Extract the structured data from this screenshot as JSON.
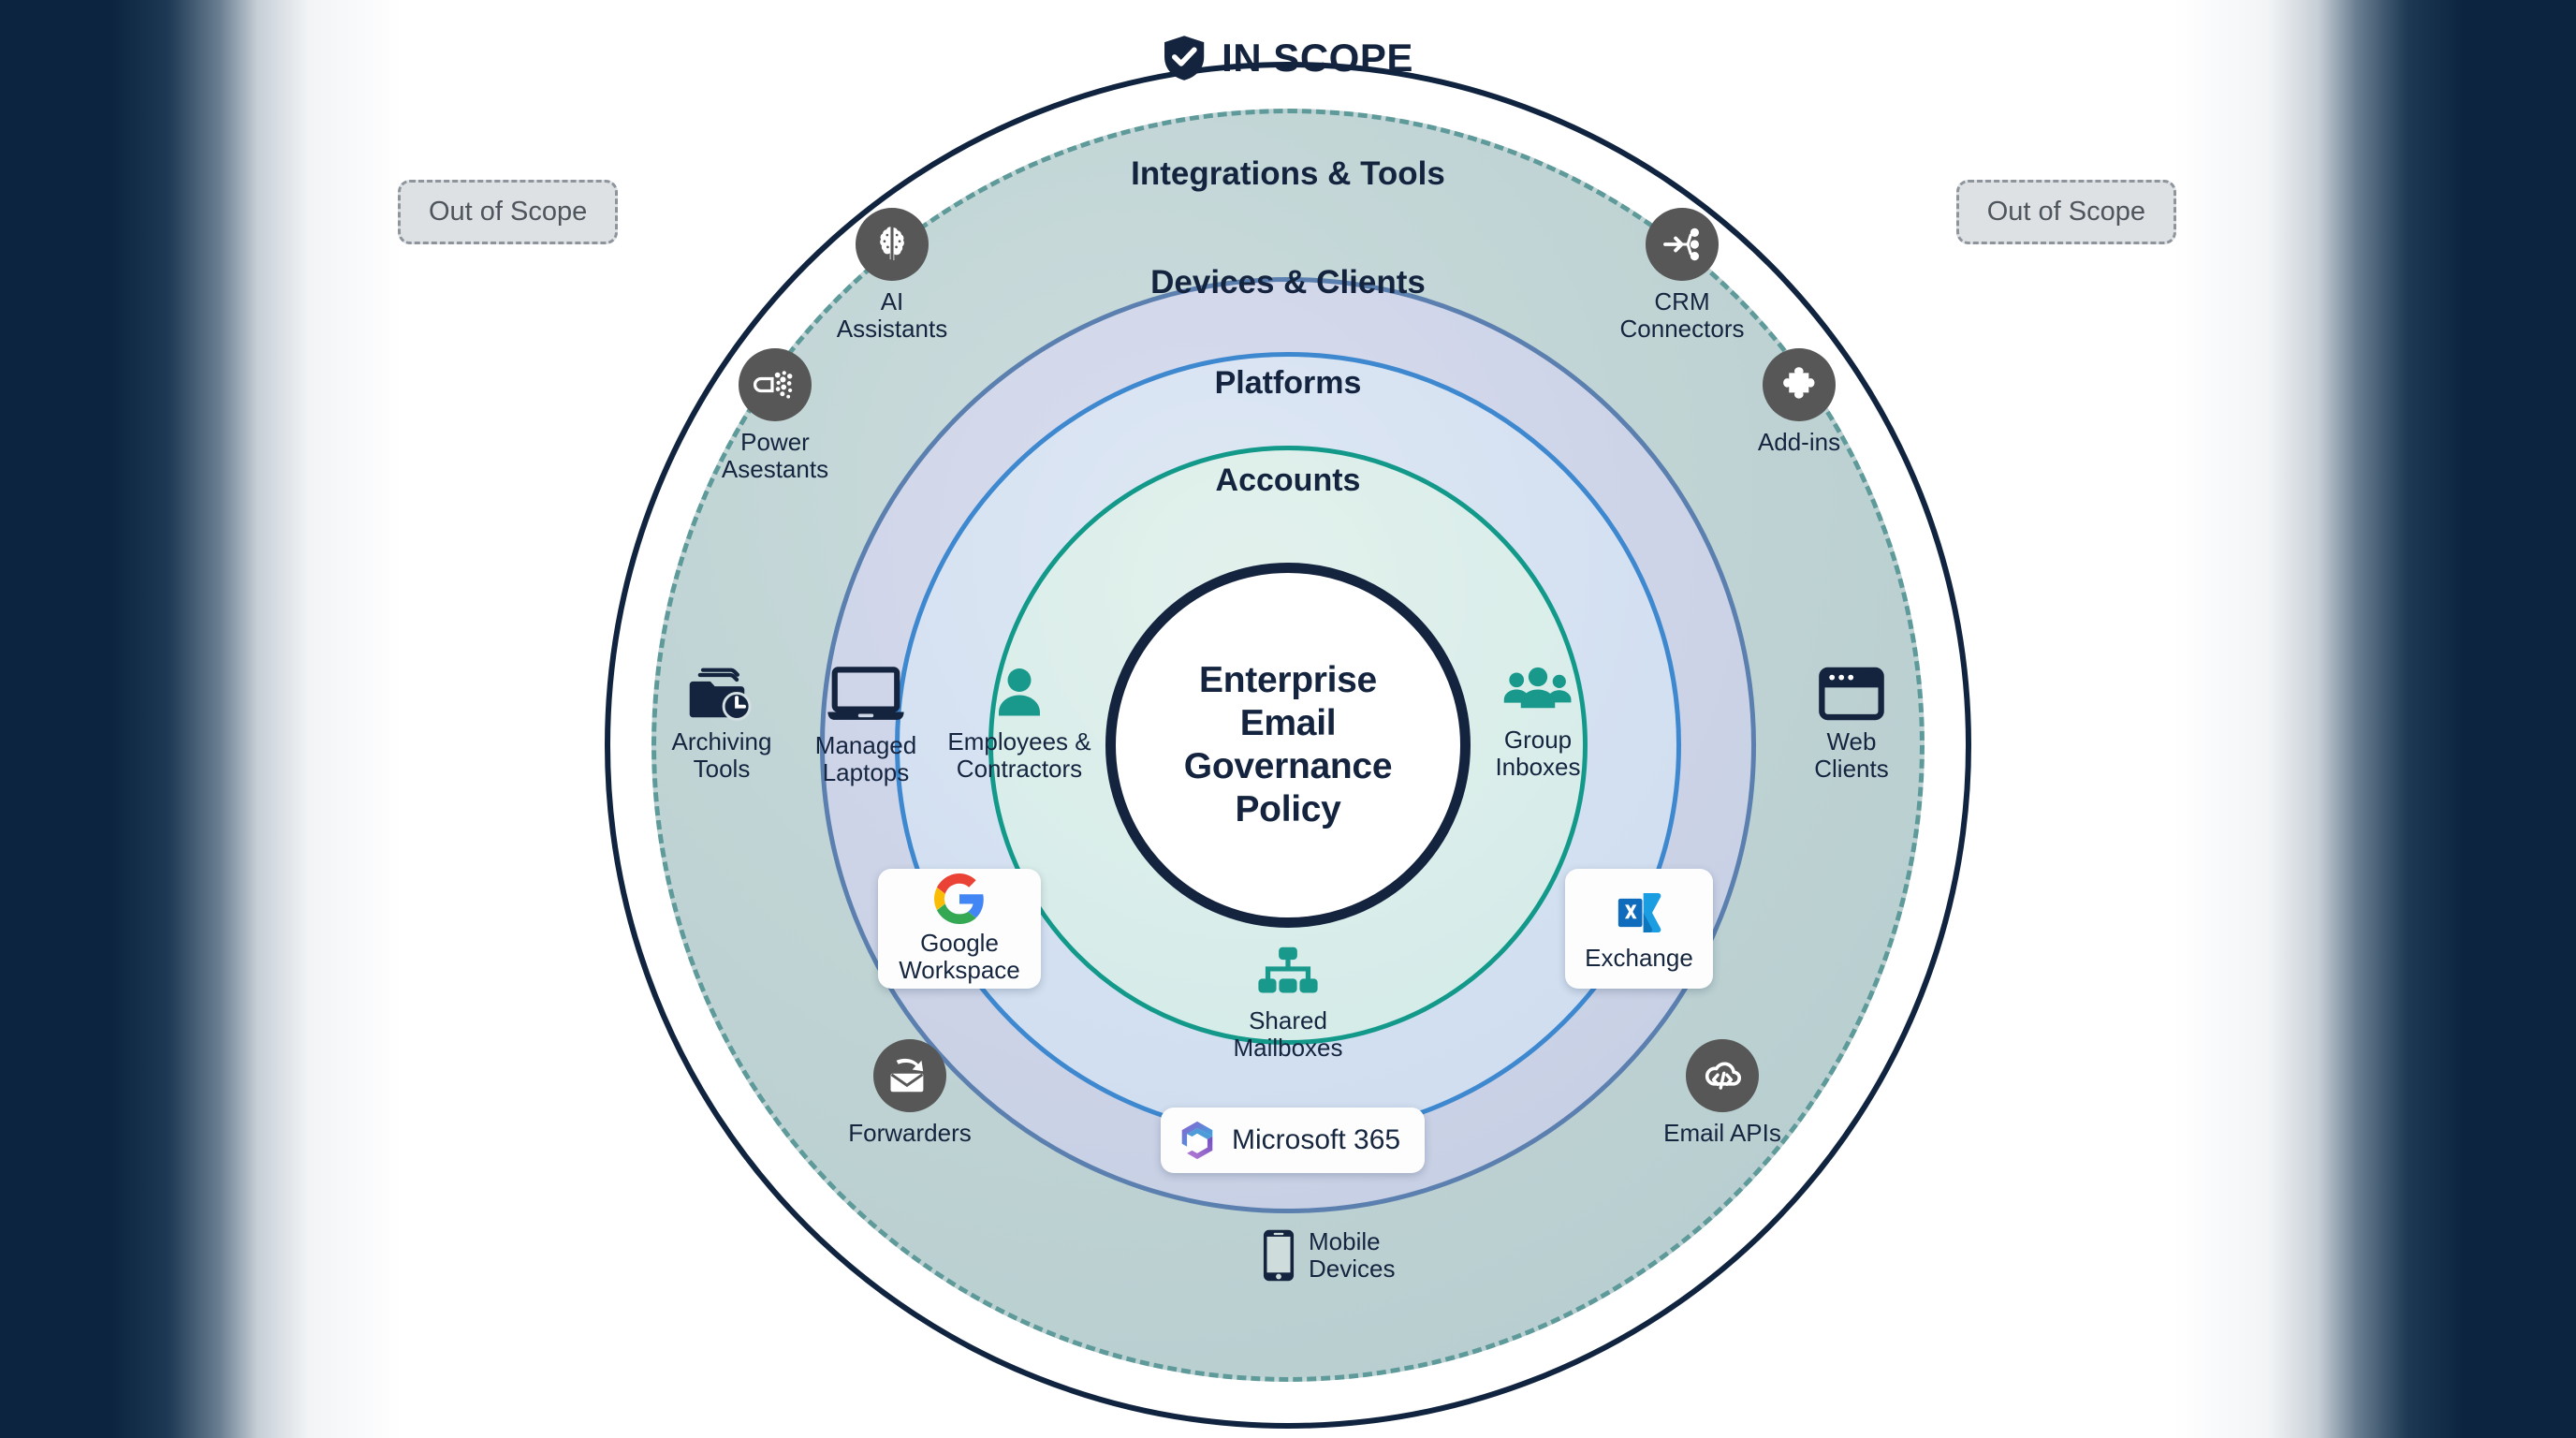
{
  "header": {
    "title": "IN SCOPE",
    "icon": "shield-check-icon"
  },
  "out_of_scope": {
    "left_label": "Out of Scope",
    "right_label": "Out of Scope"
  },
  "core": {
    "label": "Enterprise Email Governance Policy"
  },
  "rings": [
    {
      "id": "integrations",
      "title": "Integrations & Tools",
      "border_color": "#5e9a99",
      "border_style": "dashed",
      "fill": "#bed2d3"
    },
    {
      "id": "devices",
      "title": "Devices & Clients",
      "border_color": "#5b7fae",
      "border_style": "solid",
      "fill": "#ccd3e7"
    },
    {
      "id": "platforms",
      "title": "Platforms",
      "border_color": "#3e88cf",
      "border_style": "solid",
      "fill": "#d3e0f1"
    },
    {
      "id": "accounts",
      "title": "Accounts",
      "border_color": "#12998a",
      "border_style": "solid",
      "fill": "#d9edea"
    }
  ],
  "nodes": {
    "ai_assistants": {
      "label": "AI\nAssistants",
      "icon": "brain-icon",
      "ring": "integrations"
    },
    "power_asestants": {
      "label": "Power\nAsestants",
      "icon": "automation-plug-icon",
      "ring": "integrations"
    },
    "crm_connectors": {
      "label": "CRM\nConnectors",
      "icon": "share-nodes-icon",
      "ring": "integrations"
    },
    "add_ins": {
      "label": "Add-ins",
      "icon": "puzzle-piece-icon",
      "ring": "integrations"
    },
    "archiving_tools": {
      "label": "Archiving\nTools",
      "icon": "folder-clock-icon",
      "ring": "integrations"
    },
    "web_clients": {
      "label": "Web\nClients",
      "icon": "browser-window-icon",
      "ring": "integrations"
    },
    "forwarders": {
      "label": "Forwarders",
      "icon": "mail-forward-icon",
      "ring": "integrations"
    },
    "email_apis": {
      "label": "Email APIs",
      "icon": "cloud-code-icon",
      "ring": "integrations"
    },
    "mobile_devices": {
      "label": "Mobile\nDevices",
      "icon": "smartphone-icon",
      "ring": "integrations"
    },
    "managed_laptops": {
      "label": "Managed\nLaptops",
      "icon": "laptop-icon",
      "ring": "devices"
    },
    "employees": {
      "label": "Employees &\nContractors",
      "icon": "user-icon",
      "ring": "accounts"
    },
    "group_inboxes": {
      "label": "Group\nInboxes",
      "icon": "users-group-icon",
      "ring": "accounts"
    },
    "shared_mailboxes": {
      "label": "Shared\nMailboxes",
      "icon": "sitemap-icon",
      "ring": "accounts"
    }
  },
  "cards": {
    "google_workspace": {
      "label": "Google\nWorkspace",
      "icon": "google-logo-icon"
    },
    "exchange": {
      "label": "Exchange",
      "icon": "microsoft-exchange-logo-icon"
    },
    "microsoft_365": {
      "label": "Microsoft 365",
      "icon": "microsoft-365-logo-icon"
    }
  },
  "colors": {
    "navy": "#14243f",
    "teal": "#12998a",
    "blue": "#3e88cf",
    "slate_blue": "#5b7fae",
    "ring_dashed_teal": "#5e9a99",
    "badge_grey": "#575757",
    "background_edge": "#0c2440"
  }
}
